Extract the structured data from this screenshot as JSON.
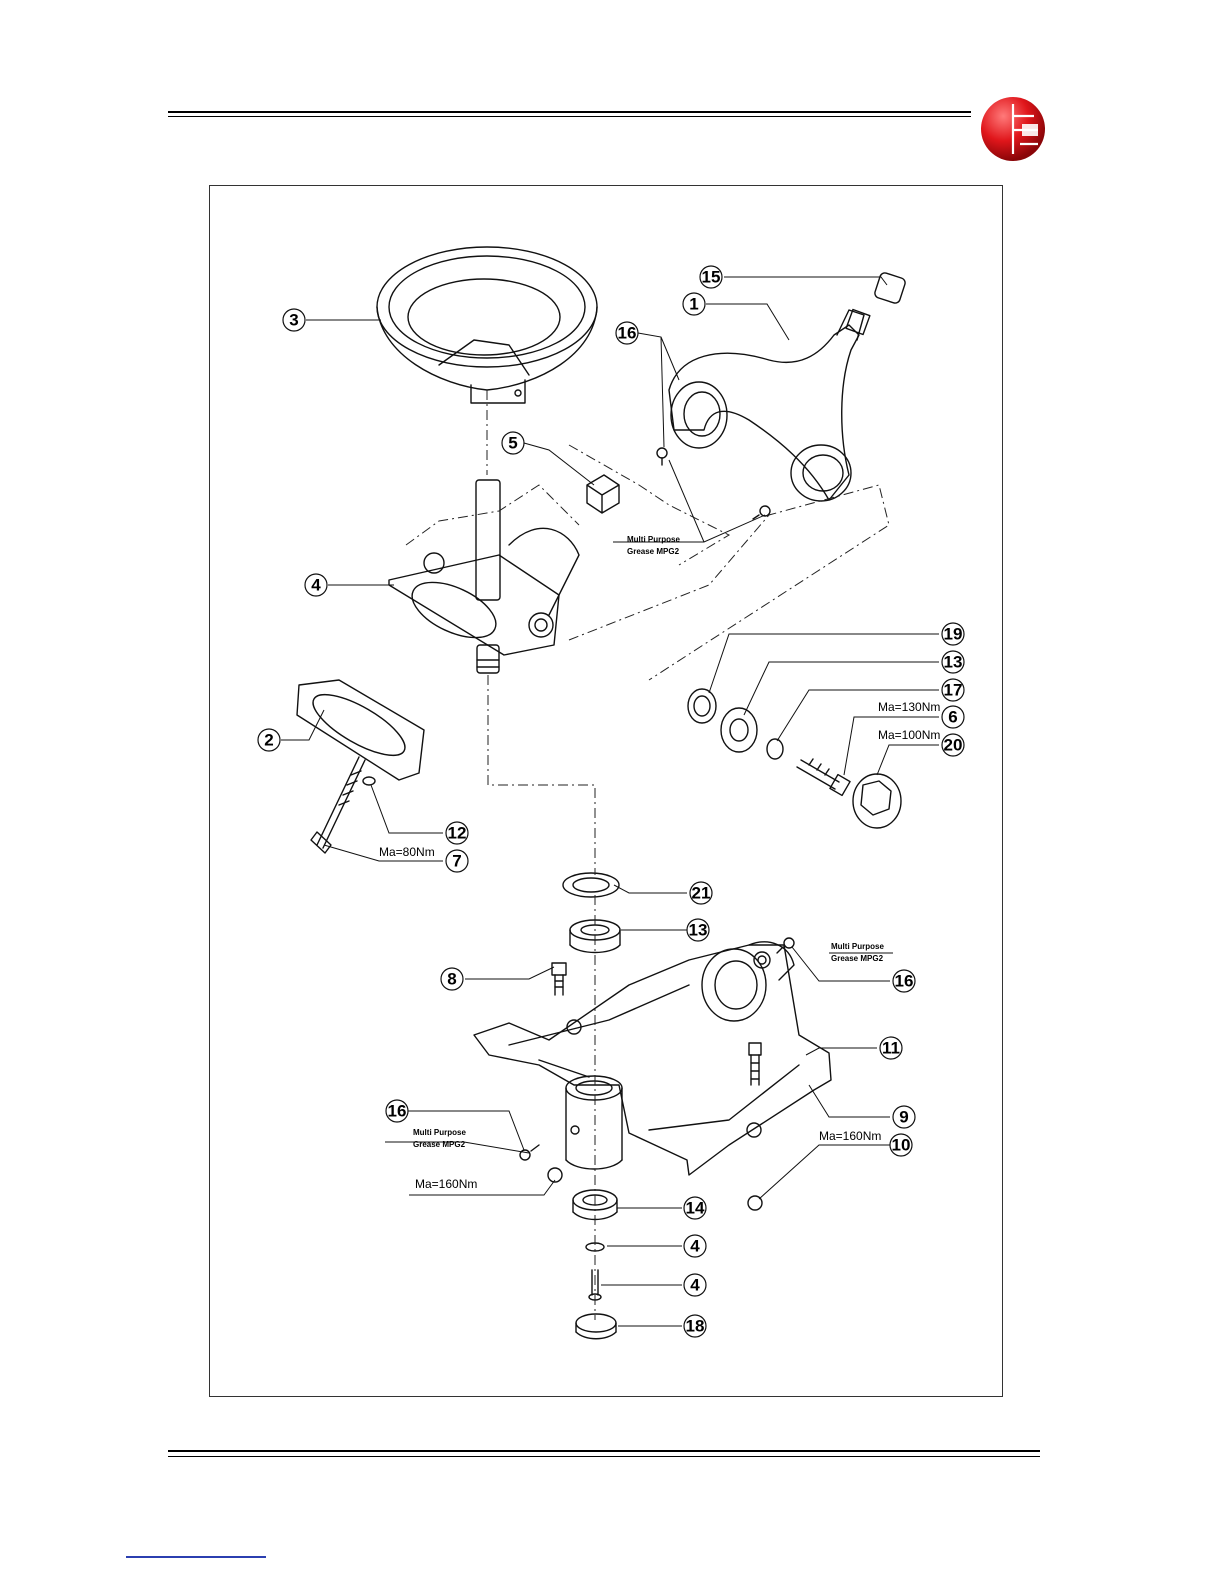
{
  "callouts": [
    {
      "id": "c15",
      "text": "15"
    },
    {
      "id": "c1",
      "text": "1"
    },
    {
      "id": "c3",
      "text": "3"
    },
    {
      "id": "c16a",
      "text": "16"
    },
    {
      "id": "c5",
      "text": "5"
    },
    {
      "id": "c4a",
      "text": "4"
    },
    {
      "id": "c19",
      "text": "19"
    },
    {
      "id": "c13a",
      "text": "13"
    },
    {
      "id": "c17",
      "text": "17"
    },
    {
      "id": "c6",
      "text": "6"
    },
    {
      "id": "c20",
      "text": "20"
    },
    {
      "id": "c2",
      "text": "2"
    },
    {
      "id": "c12",
      "text": "12"
    },
    {
      "id": "c7",
      "text": "7"
    },
    {
      "id": "c21",
      "text": "21"
    },
    {
      "id": "c13b",
      "text": "13"
    },
    {
      "id": "c8",
      "text": "8"
    },
    {
      "id": "c16b",
      "text": "16"
    },
    {
      "id": "c11",
      "text": "11"
    },
    {
      "id": "c16c",
      "text": "16"
    },
    {
      "id": "c9",
      "text": "9"
    },
    {
      "id": "c10",
      "text": "10"
    },
    {
      "id": "c14",
      "text": "14"
    },
    {
      "id": "c4b",
      "text": "4"
    },
    {
      "id": "c4c",
      "text": "4"
    },
    {
      "id": "c18",
      "text": "18"
    }
  ],
  "torques": {
    "t130": "Ma=130Nm",
    "t100": "Ma=100Nm",
    "t80": "Ma=80Nm",
    "t160a": "Ma=160Nm",
    "t160b": "Ma=160Nm"
  },
  "notes": {
    "n1_line1": "Multi Purpose",
    "n1_line2": "Grease MPG2",
    "n2_line1": "Multi Purpose",
    "n2_line2": "Grease MPG2",
    "n3_line1": "Multi Purpose",
    "n3_line2": "Grease MPG2"
  },
  "colors": {
    "logo_red": "#e0161b",
    "logo_dark": "#8a0508",
    "line": "#111111"
  },
  "icons": {
    "logo": "company-logo-icon"
  }
}
